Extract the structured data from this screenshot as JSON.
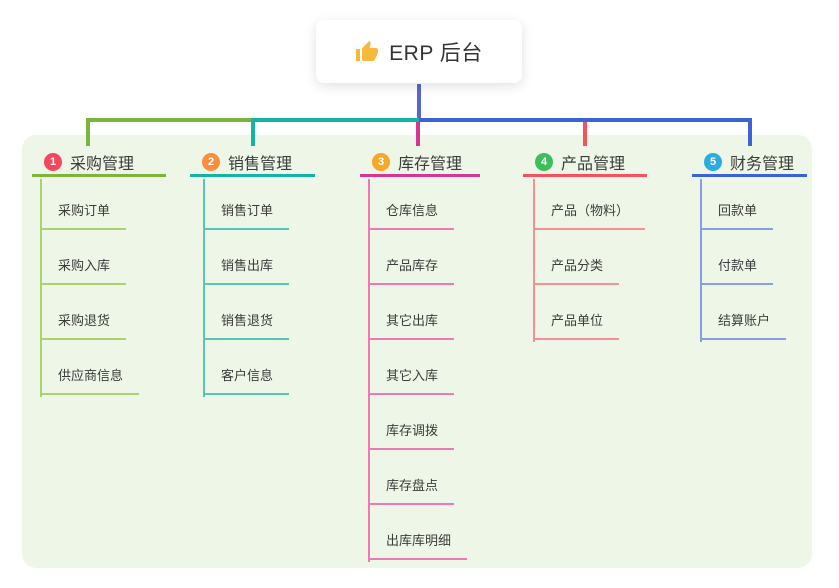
{
  "colors": {
    "canvas_bg": "#ffffff",
    "panel_bg": "#eef7e7",
    "text": "#3b3b3b",
    "root_stem": "#5a64d6",
    "thumb_icon": "#f6b93b"
  },
  "root": {
    "icon": "thumbs-up-icon",
    "label": "ERP 后台"
  },
  "branches": [
    {
      "badge": "1",
      "label": "采购管理",
      "badge_color": "#f4495d",
      "line_color": "#7cb53c",
      "child_line_color": "#a9d36e",
      "children": [
        "采购订单",
        "采购入库",
        "采购退货",
        "供应商信息"
      ]
    },
    {
      "badge": "2",
      "label": "销售管理",
      "badge_color": "#fb8e3d",
      "line_color": "#14b3a6",
      "child_line_color": "#55c6ba",
      "children": [
        "销售订单",
        "销售出库",
        "销售退货",
        "客户信息"
      ]
    },
    {
      "badge": "3",
      "label": "库存管理",
      "badge_color": "#f7a826",
      "line_color": "#d63693",
      "child_line_color": "#ef79b5",
      "children": [
        "仓库信息",
        "产品库存",
        "其它出库",
        "其它入库",
        "库存调拨",
        "库存盘点",
        "出库库明细"
      ]
    },
    {
      "badge": "4",
      "label": "产品管理",
      "badge_color": "#3cbe5a",
      "line_color": "#f5515f",
      "child_line_color": "#f88f90",
      "children": [
        "产品（物料）",
        "产品分类",
        "产品单位"
      ]
    },
    {
      "badge": "5",
      "label": "财务管理",
      "badge_color": "#2aace3",
      "line_color": "#3a63d5",
      "child_line_color": "#82a0e2",
      "children": [
        "回款单",
        "付款单",
        "结算账户"
      ]
    }
  ]
}
